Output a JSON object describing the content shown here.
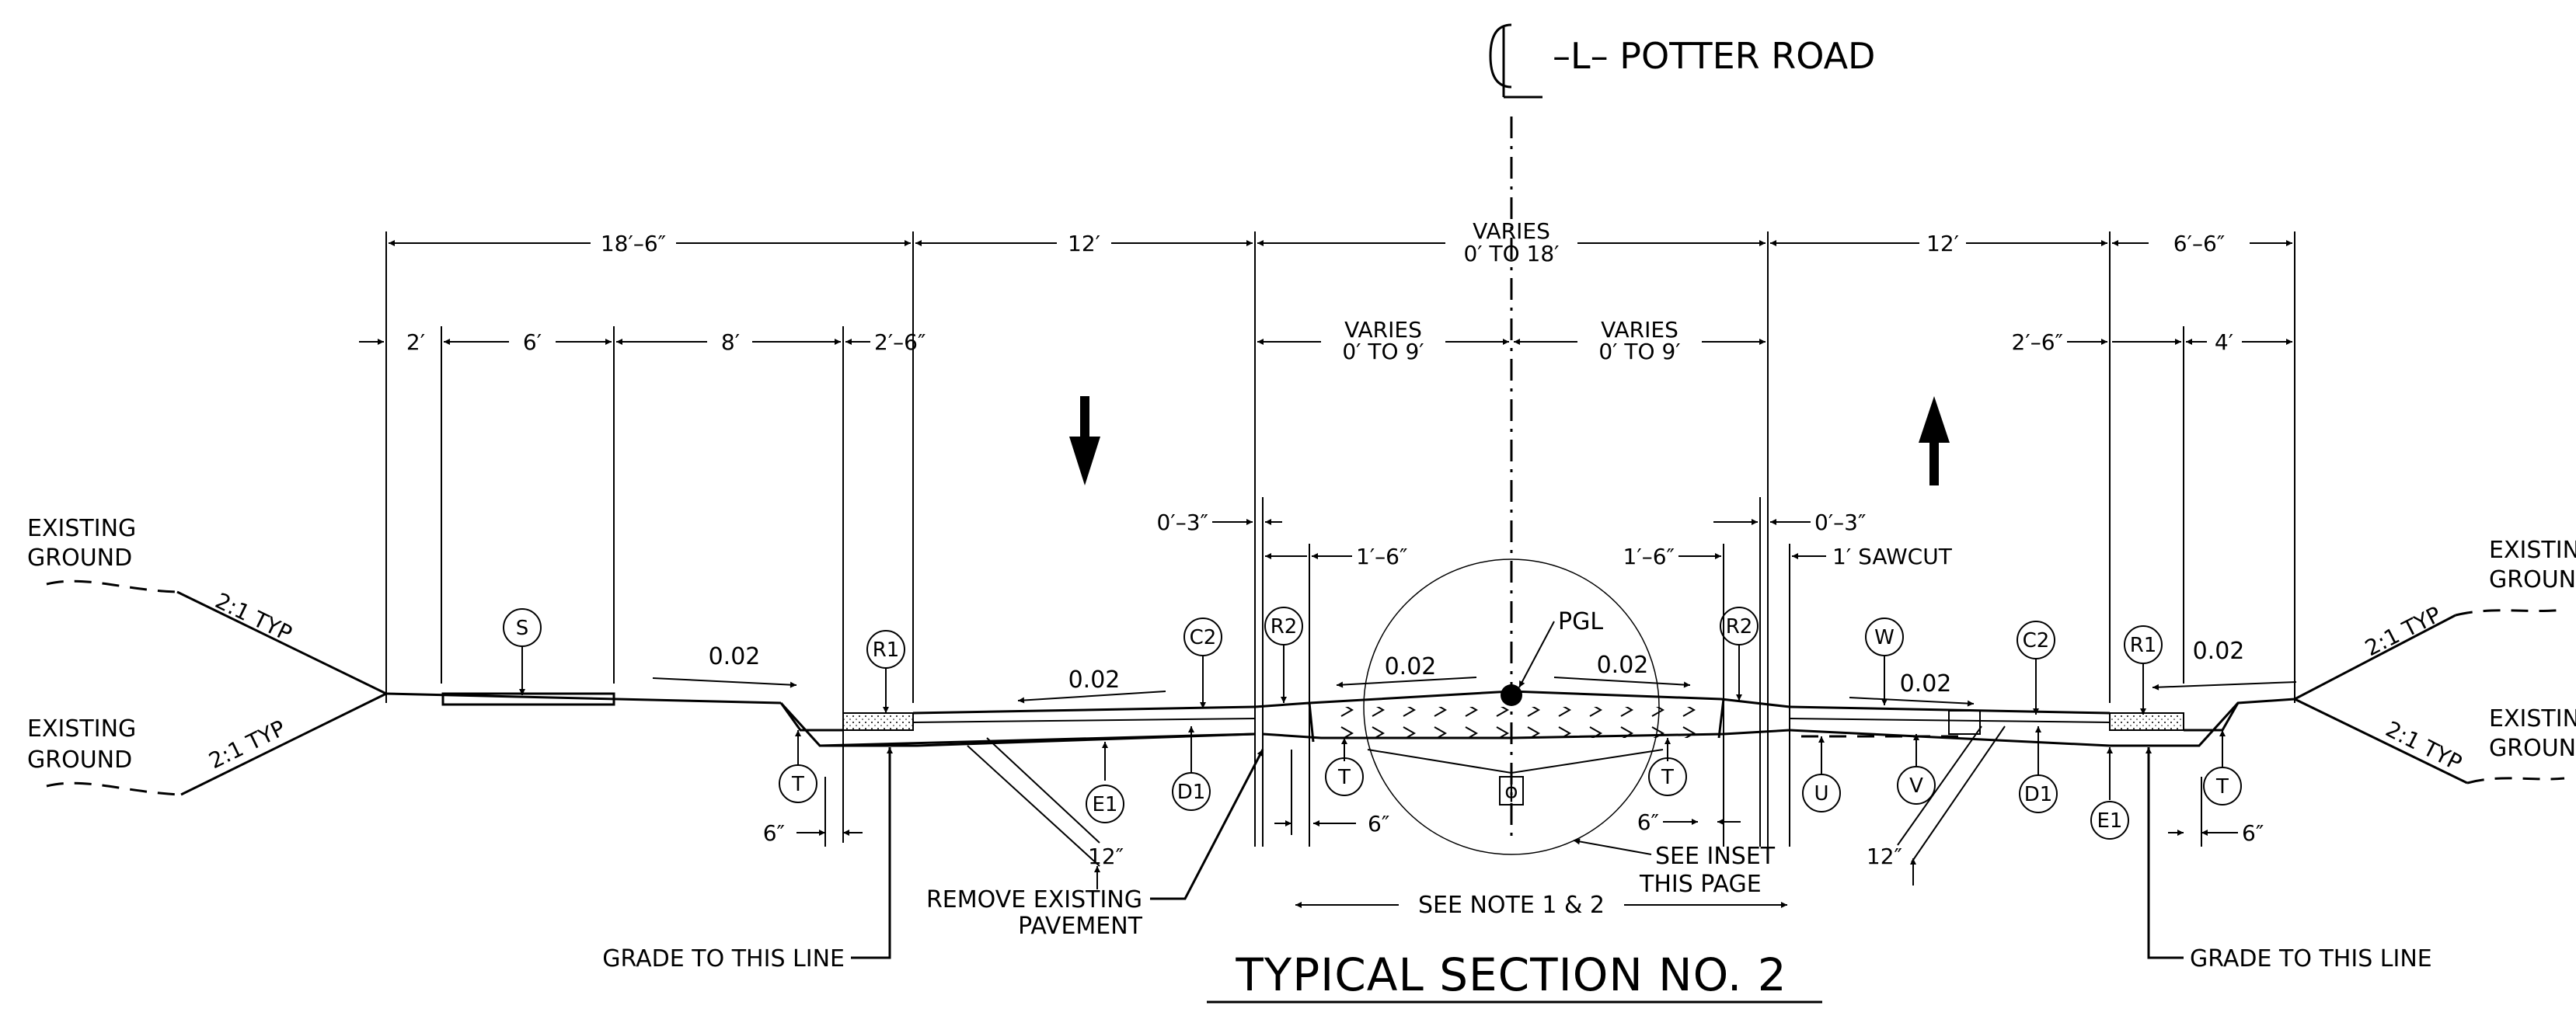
{
  "header": {
    "cl_symbol": "CL",
    "road_name": "–L– POTTER ROAD"
  },
  "title": "TYPICAL SECTION  NO. 2",
  "overall_dims": {
    "d1": "18′–6″",
    "d2": "12′",
    "d3_line1": "VARIES",
    "d3_line2": "0′ TO  18′",
    "d4": "12′",
    "d5": "6′–6″"
  },
  "sub_dims": {
    "s1": "2′",
    "s2": "6′",
    "s3": "8′",
    "s4": "2′–6″",
    "s5_line1": "VARIES",
    "s5_line2": "0′ TO  9′",
    "s6_line1": "VARIES",
    "s6_line2": "0′ TO  9′",
    "s7": "2′–6″",
    "s8": "4′"
  },
  "small_dims": {
    "l03": "0′–3″",
    "l16": "1′–6″",
    "r16": "1′–6″",
    "r03": "0′–3″",
    "sawcut": "1′ SAWCUT",
    "left6": "6″",
    "center6": "6″",
    "right6a": "6″",
    "right6b": "6″",
    "left12": "12″",
    "right12": "12″"
  },
  "slopes": {
    "s1": "0.02",
    "s2": "0.02",
    "s3": "0.02",
    "s4": "0.02",
    "s5": "0.02",
    "s6": "0.02",
    "left_up": "2:1 TYP",
    "left_down": "2:1 TYP",
    "right_up": "2:1 TYP",
    "right_down": "2:1 TYP"
  },
  "ground_labels": {
    "left_top_1": "EXISTING",
    "left_top_2": "GROUND",
    "left_bot_1": "EXISTING",
    "left_bot_2": "GROUND",
    "right_top_1": "EXISTIN",
    "right_top_2": "GROUN",
    "right_bot_1": "EXISTIN",
    "right_bot_2": "GROUN"
  },
  "callouts": {
    "S": "S",
    "R1a": "R1",
    "C2a": "C2",
    "R2a": "R2",
    "R2b": "R2",
    "W": "W",
    "C2b": "C2",
    "R1b": "R1",
    "Ta": "T",
    "E1a": "E1",
    "D1a": "D1",
    "Tb": "T",
    "Tc": "T",
    "U": "U",
    "V": "V",
    "D1b": "D1",
    "E1b": "E1",
    "Td": "T",
    "phi": "ϕ"
  },
  "notes": {
    "pgl": "PGL",
    "grade_left": "GRADE TO  THIS LINE",
    "grade_right": "GRADE TO  THIS LINE",
    "remove_1": "REMOVE EXISTING",
    "remove_2": "PAVEMENT",
    "inset_1": "SEE INSET",
    "inset_2": "THIS PAGE",
    "see_note": "SEE NOTE 1 & 2"
  },
  "traffic": {
    "left_direction": "down",
    "right_direction": "up"
  }
}
